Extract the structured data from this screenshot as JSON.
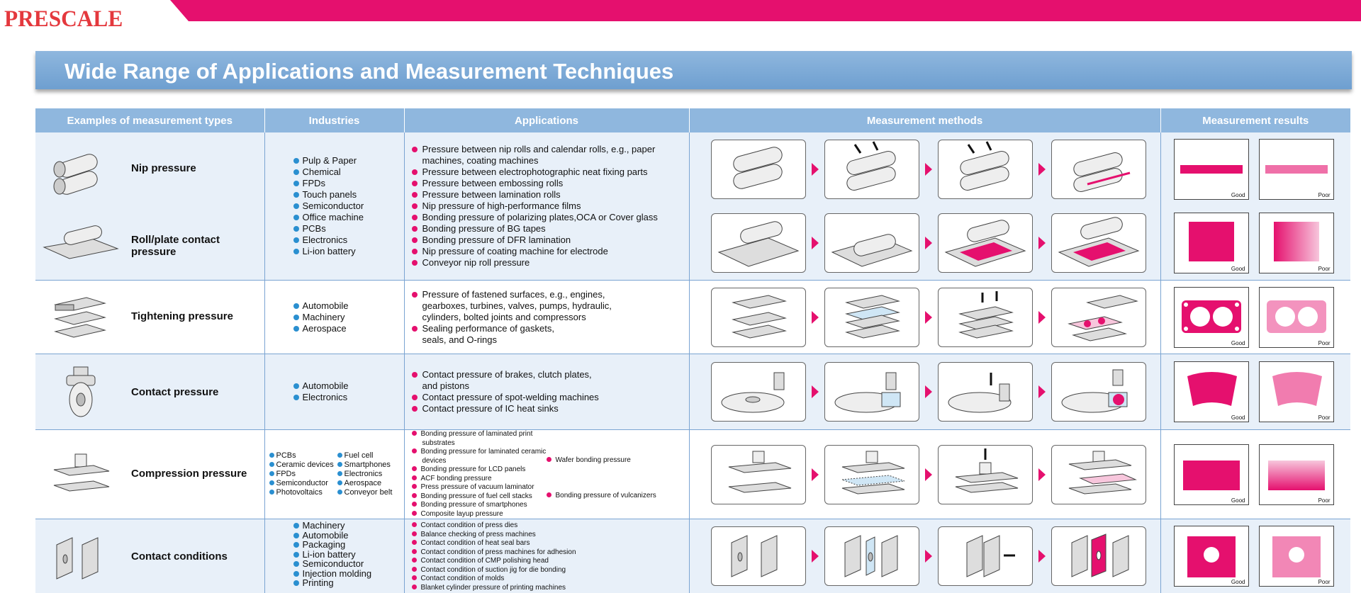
{
  "brand": {
    "logo": "PRESCALE",
    "accent": "#e5106e",
    "header_blue": "#8fb7de"
  },
  "title": "Wide Range of Applications and Measurement Techniques",
  "columns": [
    "Examples of measurement types",
    "Industries",
    "Applications",
    "Measurement methods",
    "Measurement results"
  ],
  "results_labels": {
    "good": "Good",
    "poor": "Poor"
  },
  "rows": [
    {
      "types": [
        "Nip pressure",
        "Roll/plate contact pressure"
      ],
      "industries": [
        "Pulp & Paper",
        "Chemical",
        "FPDs",
        "Touch panels",
        "Semiconductor",
        "Office machine",
        "PCBs",
        "Electronics",
        "Li-ion battery"
      ],
      "applications": [
        "Pressure between nip rolls and calendar rolls, e.g., paper machines, coating machines",
        "Pressure between electrophotographic neat fixing parts",
        "Pressure between embossing rolls",
        "Pressure between lamination rolls",
        "Nip pressure of high-performance films",
        "Bonding pressure of polarizing plates,OCA or Cover glass",
        "Bonding pressure of BG tapes",
        "Bonding pressure of DFR lamination",
        "Nip pressure of coating machine for electrode",
        "Conveyor nip roll pressure"
      ]
    },
    {
      "types": [
        "Tightening pressure"
      ],
      "industries": [
        "Automobile",
        "Machinery",
        "Aerospace"
      ],
      "applications": [
        "Pressure of fastened surfaces, e.g., engines, gearboxes, turbines, valves, pumps, hydraulic, cylinders, bolted joints and compressors",
        "Sealing performance of gaskets, seals, and O-rings"
      ]
    },
    {
      "types": [
        "Contact pressure"
      ],
      "industries": [
        "Automobile",
        "Electronics"
      ],
      "applications": [
        "Contact pressure of brakes, clutch plates, and pistons",
        "Contact pressure of spot-welding machines",
        "Contact pressure of IC heat sinks"
      ]
    },
    {
      "types": [
        "Compression pressure"
      ],
      "industries_left": [
        "PCBs",
        "Ceramic devices",
        "FPDs",
        "Semiconductor",
        "Photovoltaics"
      ],
      "industries_right": [
        "Fuel cell",
        "Smartphones",
        "Electronics",
        "Aerospace",
        "Conveyor belt"
      ],
      "applications_left": [
        "Bonding pressure of laminated print substrates",
        "Bonding pressure for laminated ceramic devices",
        "Bonding pressure for LCD panels",
        "ACF bonding pressure",
        "Press pressure of vacuum laminator",
        "Bonding pressure of fuel cell stacks",
        "Bonding pressure of smartphones",
        "Composite layup pressure"
      ],
      "applications_right": [
        "Wafer bonding pressure",
        "Bonding pressure of vulcanizers"
      ]
    },
    {
      "types": [
        "Contact conditions"
      ],
      "industries": [
        "Machinery",
        "Automobile",
        "Packaging",
        "Li-ion battery",
        "Semiconductor",
        "Injection molding",
        "Printing"
      ],
      "applications": [
        "Contact condition of press dies",
        "Balance checking of press machines",
        "Contact condition of heat seal bars",
        "Contact condition of press machines for adhesion",
        "Contact condition of CMP polishing head",
        "Contact condition of suction jig for die bonding",
        "Contact condition of molds",
        "Blanket cylinder pressure of printing machines"
      ]
    }
  ]
}
